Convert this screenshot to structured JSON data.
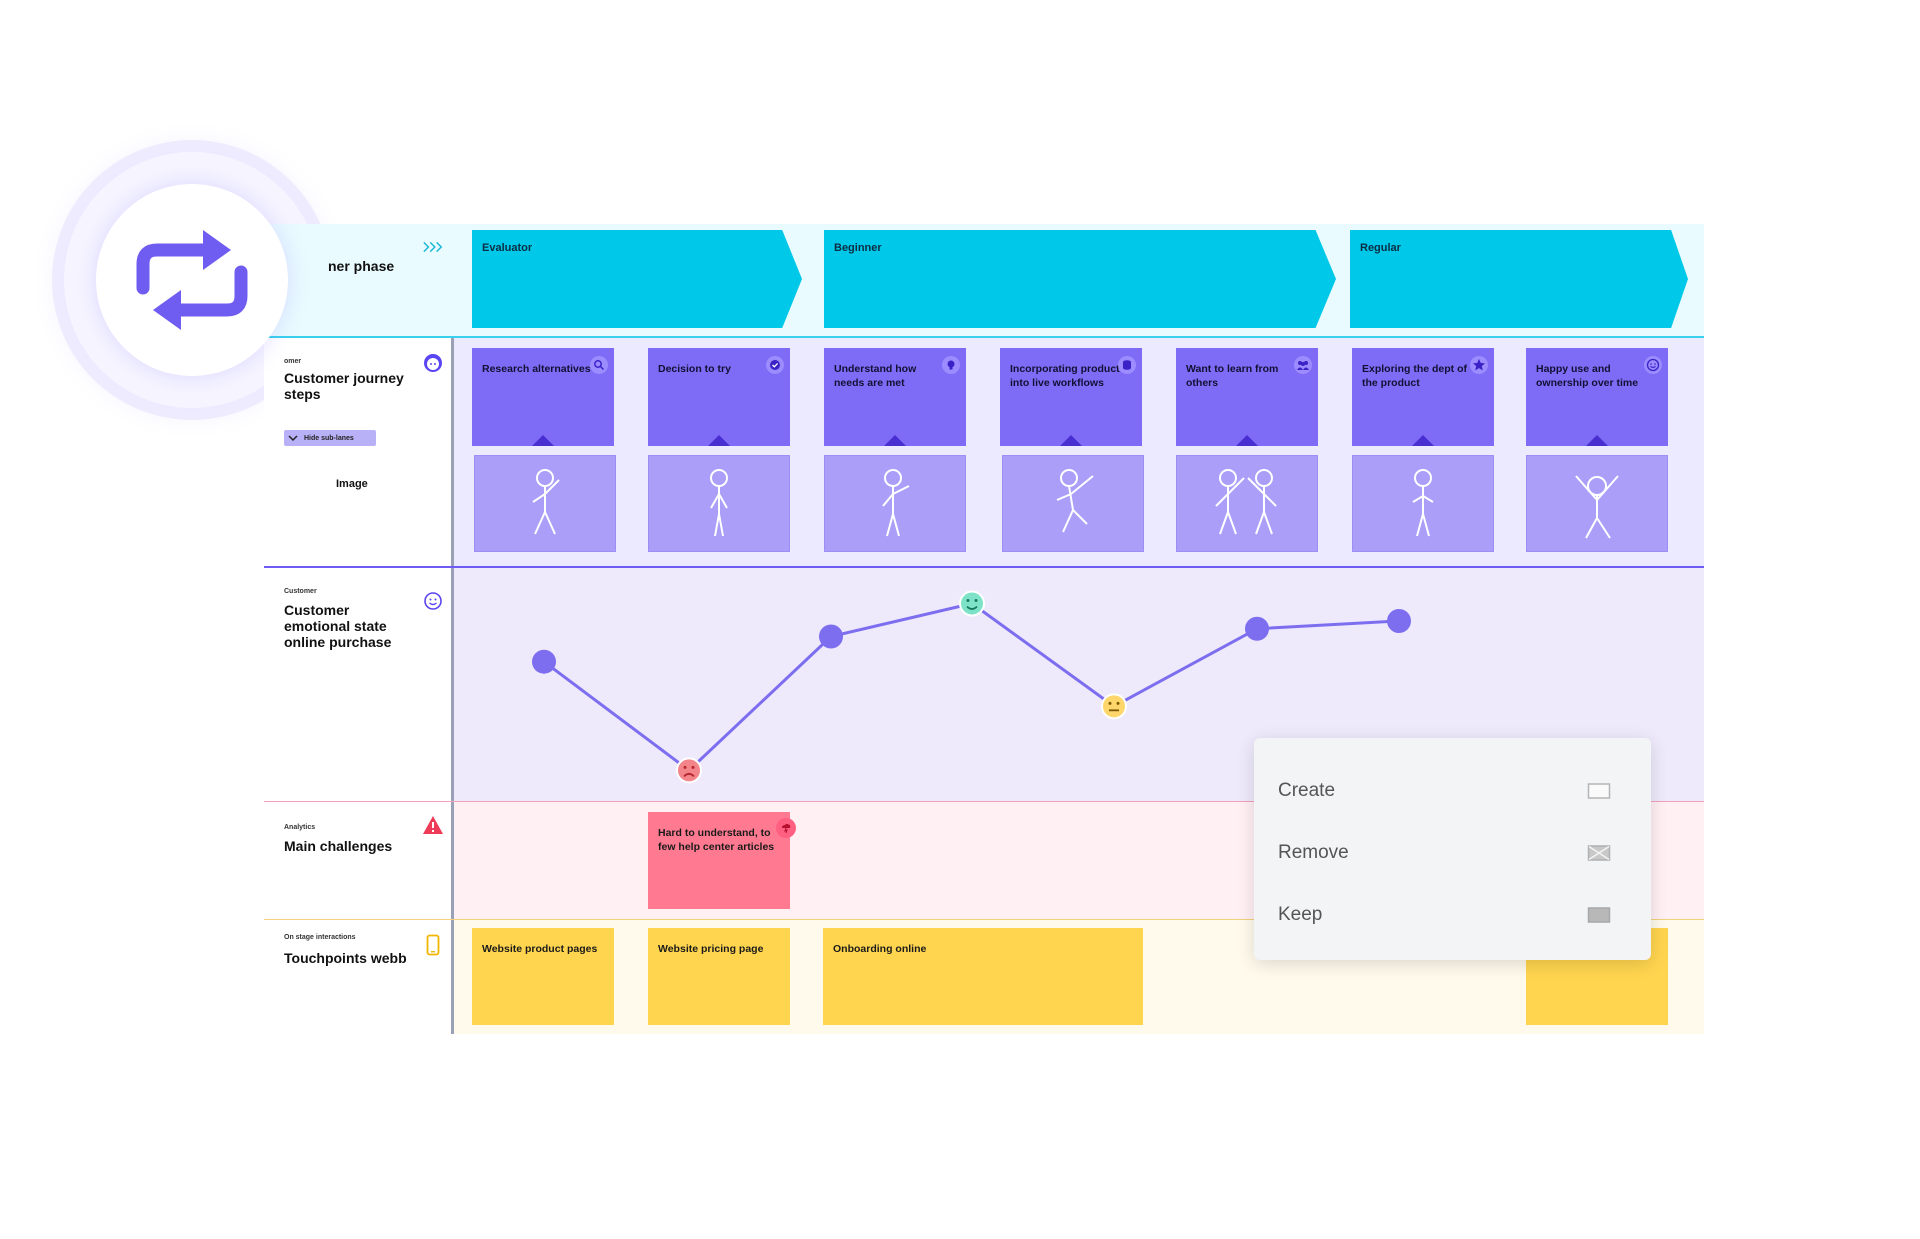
{
  "lanes": {
    "phase": {
      "title": "ner phase"
    },
    "steps": {
      "eyebrow": "omer",
      "title": "Customer journey steps",
      "hide_button": "Hide sub-lanes",
      "image_label": "Image"
    },
    "emotion": {
      "eyebrow": "Customer",
      "title": "Customer emotional state online purchase"
    },
    "challenges": {
      "eyebrow": "Analytics",
      "title": "Main challenges"
    },
    "touchpoints": {
      "eyebrow": "On stage interactions",
      "title": "Touchpoints webb"
    }
  },
  "phases": [
    "Evaluator",
    "Beginner",
    "Regular"
  ],
  "steps": [
    {
      "label": "Research alternatives",
      "icon": "search-icon"
    },
    {
      "label": "Decision to try",
      "icon": "check-icon"
    },
    {
      "label": "Understand how needs are met",
      "icon": "lightbulb-icon"
    },
    {
      "label": "Incorporating product into live workflows",
      "icon": "database-icon"
    },
    {
      "label": "Want to learn from others",
      "icon": "people-icon"
    },
    {
      "label": "Exploring the dept of the product",
      "icon": "star-icon"
    },
    {
      "label": "Happy use and ownership over time",
      "icon": "smiley-icon"
    }
  ],
  "emotion_curve": {
    "levels": [
      0.62,
      0.06,
      0.75,
      0.92,
      0.39,
      0.79,
      0.83
    ],
    "markers": [
      "dot",
      "sad",
      "dot",
      "happy",
      "neutral",
      "dot",
      "dot"
    ]
  },
  "challenges": [
    {
      "label": "Hard to understand, to few help center articles"
    }
  ],
  "touchpoints": [
    {
      "label": "Website product pages"
    },
    {
      "label": "Website pricing page"
    },
    {
      "label": "Onboarding online"
    },
    {
      "label": ""
    }
  ],
  "context_menu": {
    "items": [
      {
        "label": "Create",
        "icon": "empty-box-icon"
      },
      {
        "label": "Remove",
        "icon": "crossed-box-icon"
      },
      {
        "label": "Keep",
        "icon": "filled-box-icon"
      }
    ]
  },
  "colors": {
    "phase": "#00c8e8",
    "step": "#7f6cf6",
    "image": "#ab9ef8",
    "challenge": "#ff7a90",
    "touchpoint": "#ffd54f",
    "accent": "#6a55f0"
  }
}
